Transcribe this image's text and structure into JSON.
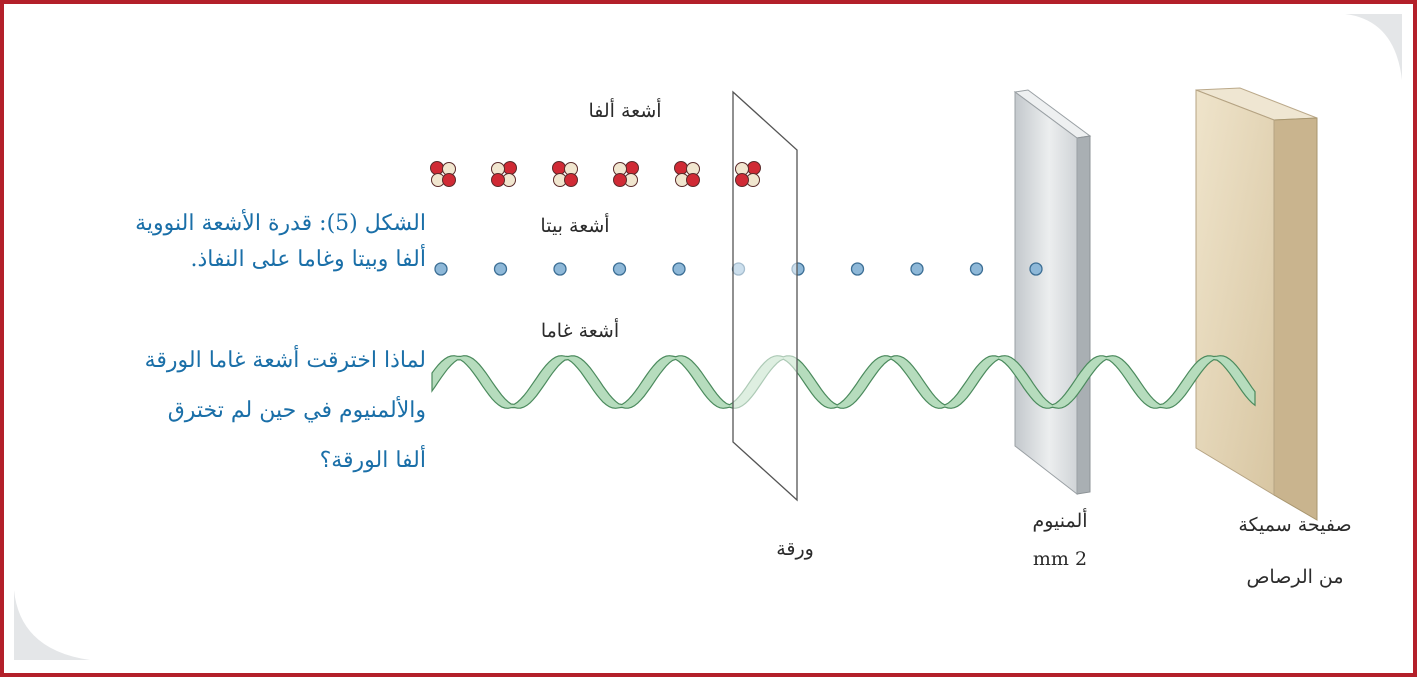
{
  "caption": {
    "figure_lines": [
      "الشكل (5): قدرة الأشعة النووية",
      "ألفا وبيتا وغاما على النفاذ."
    ],
    "question_lines": [
      "لماذا اخترقت أشعة غاما الورقة",
      "والألمنيوم في حين لم تخترق",
      "ألفا الورقة؟"
    ]
  },
  "rays": {
    "alpha_label": "أشعة ألفا",
    "beta_label": "أشعة بيتا",
    "gamma_label": "أشعة غاما",
    "alpha_count": 6,
    "beta_count": 11
  },
  "barriers": {
    "paper_label": "ورقة",
    "aluminum_label": "ألمنيوم",
    "aluminum_thickness": "2 mm",
    "lead_label_line1": "صفيحة سميكة",
    "lead_label_line2": "من الرصاص"
  },
  "colors": {
    "frame": "#b3202a",
    "caption_text": "#1a6fa8",
    "alpha_red": "#d02a35",
    "alpha_cream": "#f1e6cf",
    "beta_fill": "#8eb8d8",
    "gamma_fill": "#b6dcbd",
    "aluminum": "#d7dadd",
    "lead": "#dcccaa"
  }
}
